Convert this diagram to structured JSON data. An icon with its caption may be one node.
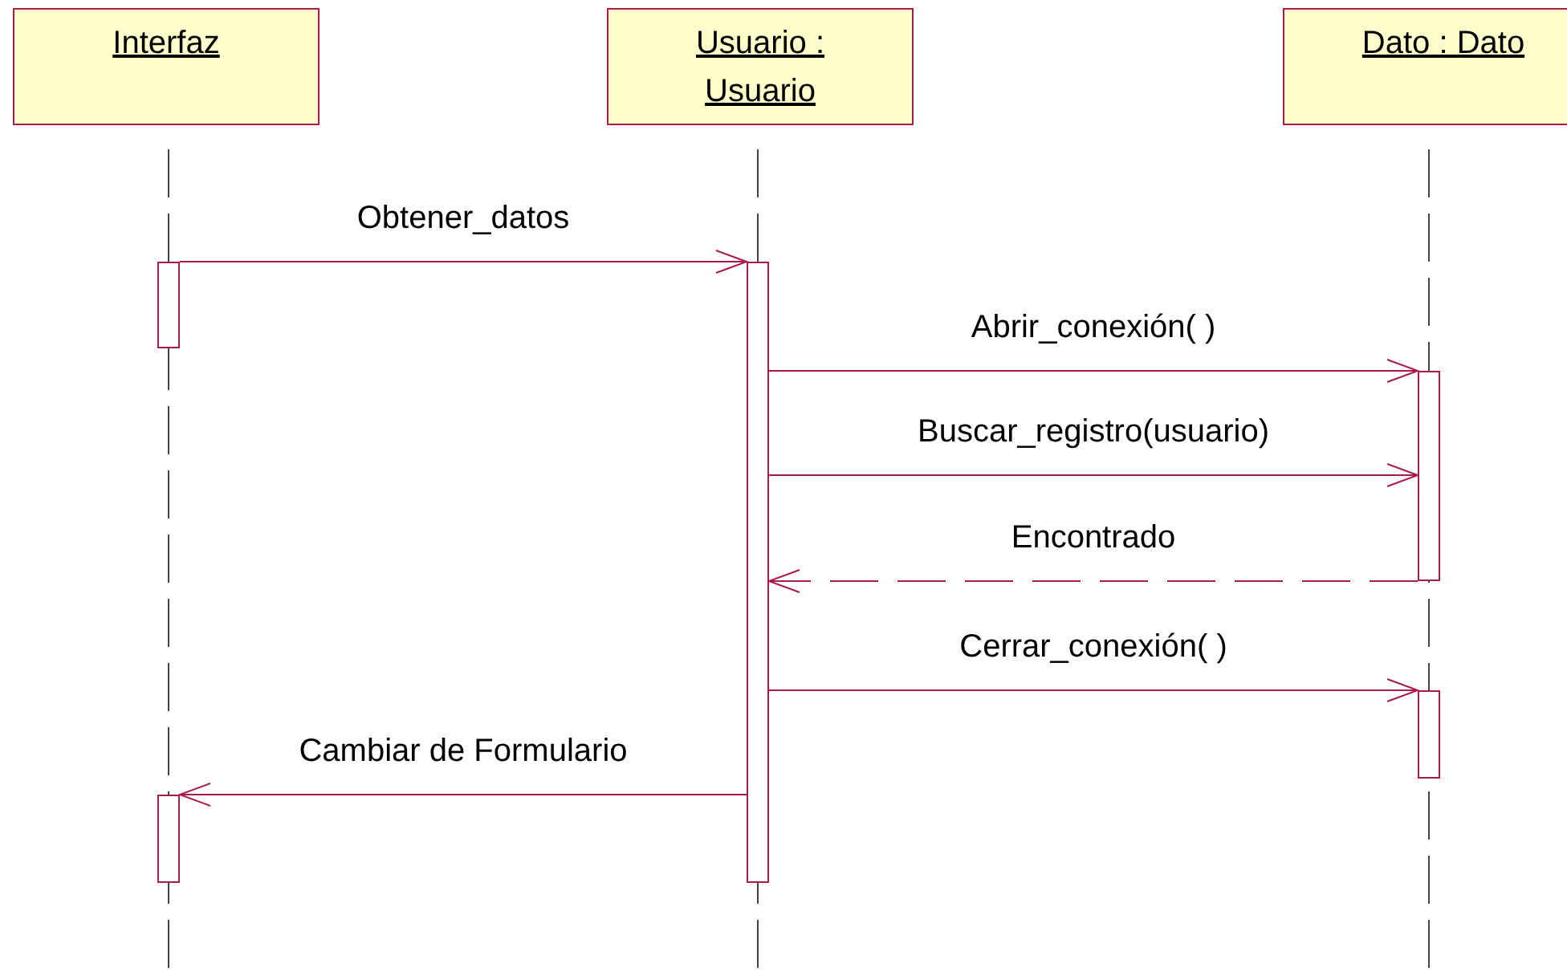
{
  "diagram": {
    "nodes": [
      {
        "text": [
          "Interfaz"
        ]
      },
      {
        "text": [
          "Usuario : Usuario"
        ]
      },
      {
        "text": [
          "Dato : Dato"
        ]
      },
      {
        "text": [],
        "shape": "bar"
      },
      {
        "text": [],
        "shape": "bar"
      },
      {
        "text": [],
        "shape": "bar"
      },
      {
        "text": [],
        "shape": "bar"
      },
      {
        "text": [],
        "shape": "bar"
      }
    ],
    "edges": [
      {
        "from": 3,
        "to": 5,
        "arrow": "to",
        "label": "Obtener_datos"
      },
      {
        "from": 5,
        "to": 6,
        "arrow": "to",
        "label": "Abrir_conexión( )"
      },
      {
        "from": 5,
        "to": 6,
        "arrow": "to",
        "label": "Buscar_registro(usuario)"
      },
      {
        "from": 6,
        "to": 5,
        "arrow": "to",
        "label": "Encontrado",
        "style": "dashed"
      },
      {
        "from": 5,
        "to": 7,
        "arrow": "to",
        "label": "Cerrar_conexión( )"
      },
      {
        "from": 5,
        "to": 4,
        "arrow": "to",
        "label": "Cambiar de Formulario"
      }
    ]
  }
}
